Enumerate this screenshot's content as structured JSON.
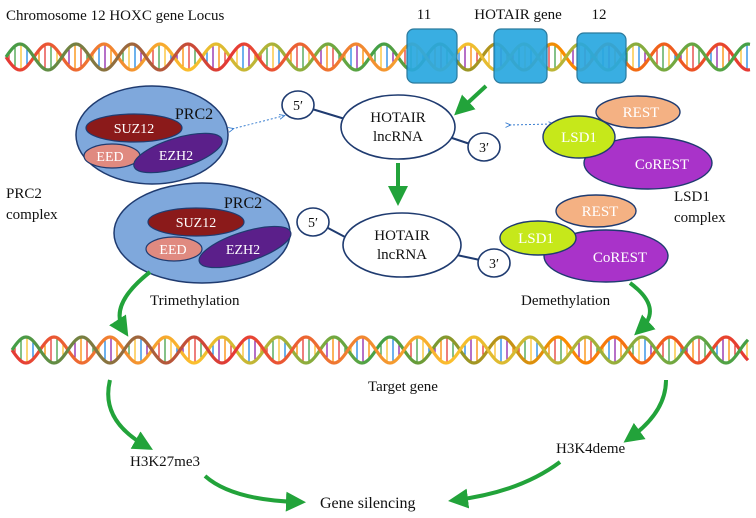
{
  "locus_title": "Chromosome 12 HOXC gene Locus",
  "gene_labels": {
    "left": "11",
    "middle": "HOTAIR gene",
    "right": "12"
  },
  "prc2_top": {
    "title": "PRC2",
    "suz12": "SUZ12",
    "eed": "EED",
    "ezh2": "EZH2"
  },
  "prc2_bottom": {
    "title": "PRC2",
    "suz12": "SUZ12",
    "eed": "EED",
    "ezh2": "EZH2"
  },
  "prc2_caption": [
    "PRC2",
    "complex"
  ],
  "lsd1_caption": [
    "LSD1",
    "complex"
  ],
  "hotair_top": {
    "line1": "HOTAIR",
    "line2": "lncRNA",
    "five": "5′",
    "three": "3′"
  },
  "hotair_bottom": {
    "line1": "HOTAIR",
    "line2": "lncRNA",
    "five": "5′",
    "three": "3′"
  },
  "lsd1_top": {
    "rest": "REST",
    "lsd1": "LSD1",
    "corest": "CoREST"
  },
  "lsd1_bottom": {
    "rest": "REST",
    "lsd1": "LSD1",
    "corest": "CoREST"
  },
  "process": {
    "left": "Trimethylation",
    "right": "Demethylation"
  },
  "target_gene": "Target gene",
  "marks": {
    "left": "H3K27me3",
    "right": "H3K4deme"
  },
  "outcome": "Gene silencing",
  "colors": {
    "arrow": "#22a33a",
    "prc2_fill": "#7fa8dc",
    "suz12": "#8b1a1a",
    "eed": "#e08a80",
    "ezh2": "#5b1f8a",
    "rest": "#f4b183",
    "lsd1": "#c6e81a",
    "corest": "#a933c9",
    "gene_box": "#29a8e0",
    "line": "#1f3b70"
  }
}
